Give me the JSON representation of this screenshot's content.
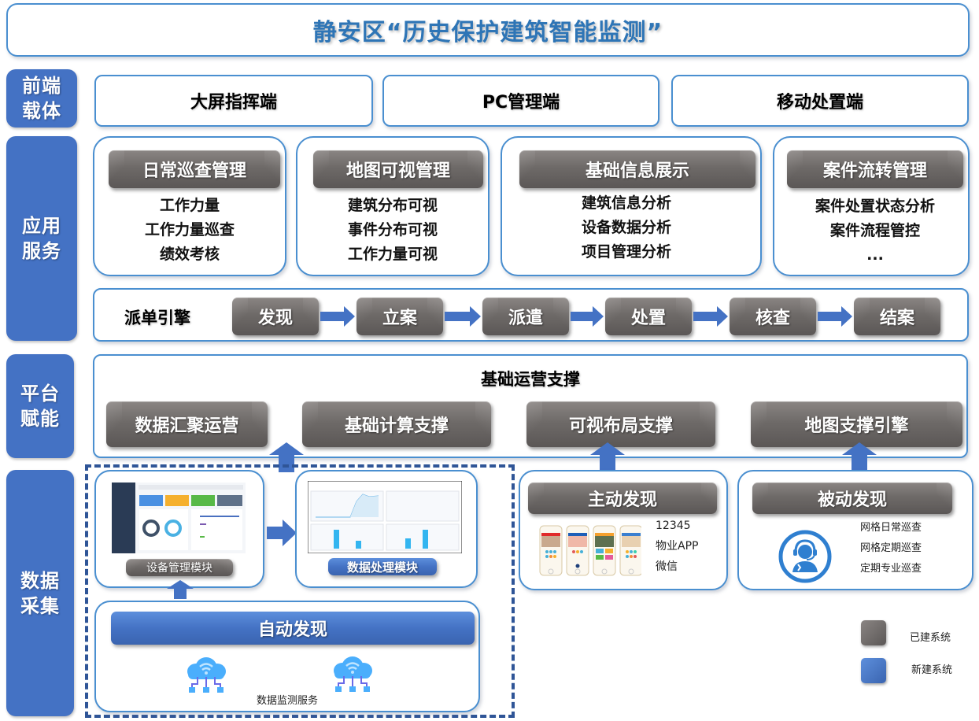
{
  "title": "静安区“历史保护建筑智能监测”",
  "layers": {
    "front": "前端\n载体",
    "app": "应用\n服务",
    "platform": "平台\n赋能",
    "data": "数据\n采集"
  },
  "front_terminals": [
    "大屏指挥端",
    "PC管理端",
    "移动处置端"
  ],
  "app_modules": [
    {
      "header": "日常巡查管理",
      "items": [
        "工作力量",
        "工作力量巡查",
        "绩效考核"
      ]
    },
    {
      "header": "地图可视管理",
      "items": [
        "建筑分布可视",
        "事件分布可视",
        "工作力量可视"
      ]
    },
    {
      "header": "基础信息展示",
      "items": [
        "建筑信息分析",
        "设备数据分析",
        "项目管理分析"
      ]
    },
    {
      "header": "案件流转管理",
      "items": [
        "案件处置状态分析",
        "案件流程管控",
        "..."
      ]
    }
  ],
  "dispatch_engine": {
    "label": "派单引擎",
    "steps": [
      "发现",
      "立案",
      "派遣",
      "处置",
      "核查",
      "结案"
    ]
  },
  "platform": {
    "header": "基础运营支撑",
    "items": [
      "数据汇聚运营",
      "基础计算支撑",
      "可视布局支撑",
      "地图支撑引擎"
    ]
  },
  "data_collection": {
    "device_module": "设备管理模块",
    "data_module": "数据处理模块",
    "auto_discovery": {
      "header": "自动发现",
      "caption": "数据监测服务"
    },
    "active_discovery": {
      "header": "主动发现",
      "channels": [
        "12345",
        "物业APP",
        "微信"
      ]
    },
    "passive_discovery": {
      "header": "被动发现",
      "channels": [
        "网格日常巡查",
        "网格定期巡查",
        "定期专业巡查"
      ]
    }
  },
  "legend": [
    {
      "label": "已建系统",
      "color": "#6e6a68"
    },
    {
      "label": "新建系统",
      "color": "#4472c4"
    }
  ],
  "colors": {
    "accent_blue": "#4472c4",
    "title_blue": "#2e75b6",
    "built_grey": "#6e6a68",
    "border_blue": "#4a8fd0"
  }
}
